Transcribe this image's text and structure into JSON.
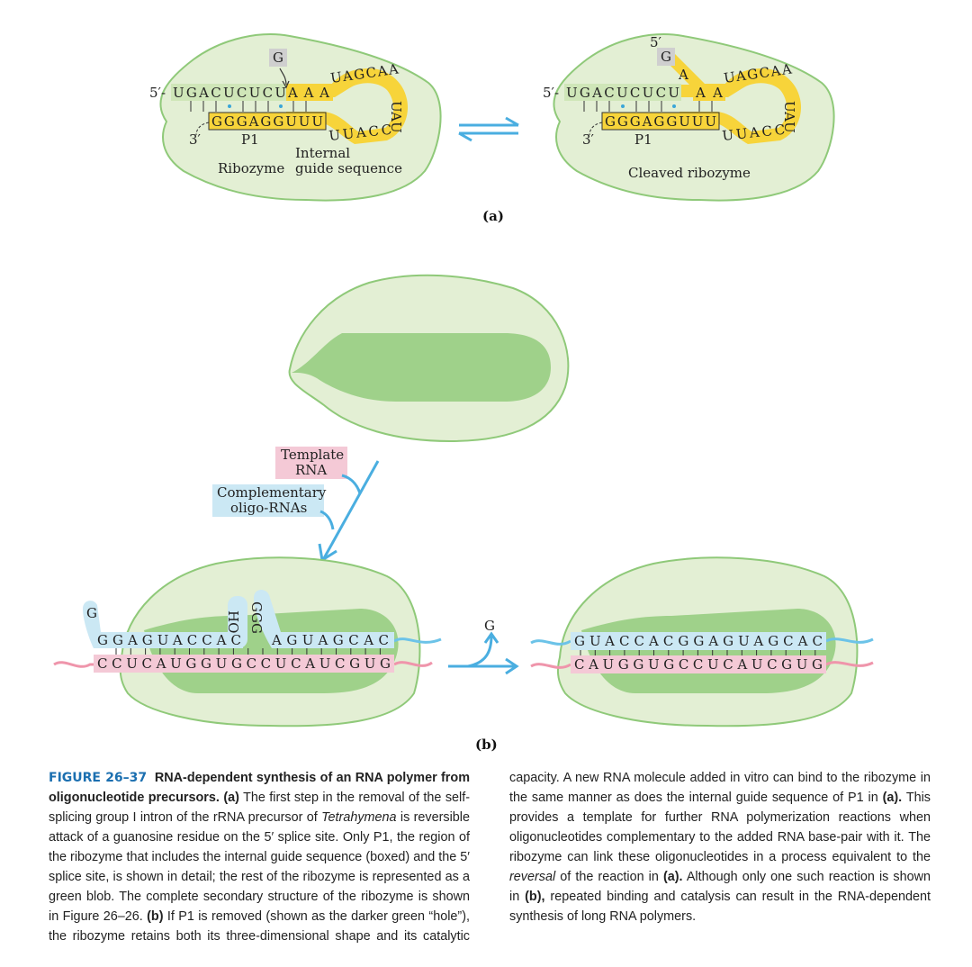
{
  "panel_a": {
    "ribozyme": {
      "five_prime": "5′-",
      "top_green": "UGACUCUCU",
      "top_yellow": "AAA",
      "loop_top": "UAGCAA",
      "loop_right": "UAU",
      "loop_bottom": "UUACC",
      "bottom_yellow": "GGGAGGUUU",
      "guanosine": "G",
      "three_prime": "3′",
      "p1_label": "P1",
      "ribozyme_label": "Ribozyme",
      "igs_label_line1": "Internal",
      "igs_label_line2": "guide sequence"
    },
    "cleaved": {
      "five_prime_g": "5′",
      "guanosine": "G",
      "g_link": "A",
      "five_prime": "5′-",
      "top_green": "UGACUCUCU",
      "top_yellow": "AA",
      "loop_top": "UAGCAA",
      "loop_right": "UAU",
      "loop_bottom": "UUACC",
      "bottom_yellow": "GGGAGGUUU",
      "three_prime": "3′",
      "p1_label": "P1",
      "cleaved_label": "Cleaved ribozyme"
    },
    "panel_label": "(a)"
  },
  "panel_b": {
    "template_label_line1": "Template",
    "template_label_line2": "RNA",
    "oligo_label_line1": "Complementary",
    "oligo_label_line2": "oligo-RNAs",
    "left_top_seq_1": "GGAGUACCAC",
    "left_top_seq_2": "AGUAGCAC",
    "left_bottom_seq": "CCUCAUGGUGCCUCAUCGUG",
    "left_g_top": "G",
    "left_ho": "HO",
    "left_ggg": "GGG",
    "released_g": "G",
    "right_top_seq": "GUACCACGGAGUAGCAC",
    "right_bottom_seq": "CAUGGUGCCUCAUCGUG",
    "panel_label": "(b)"
  },
  "caption": {
    "figure_number": "FIGURE 26–37",
    "title": "RNA-dependent synthesis of an RNA polymer from oligonucleotide precursors.",
    "text_a_label": "(a)",
    "text_1": "The first step in the removal of the self-splicing group I intron of the rRNA precursor of",
    "organism": "Tetrahymena",
    "text_2": "is reversible attack of a guanosine residue on the 5′ splice site. Only P1, the region of the ribozyme that includes the internal guide sequence (boxed) and the 5′ splice site, is shown in detail; the rest of the ribozyme is represented as a green blob. The complete secondary structure of the ribozyme is shown in Figure 26–26.",
    "text_b_label": "(b)",
    "text_3": "If P1 is removed (shown as the darker green “hole”), the ribozyme retains both its three-dimensional shape and its catalytic capacity. A new RNA molecule added in vitro can bind to the ribozyme in the same manner as does the internal guide sequence of P1 in",
    "text_a_ref": "(a).",
    "text_4": "This provides a template for further RNA polymerization reactions when oligonucleotides complementary to the added RNA base-pair with it. The ribozyme can link these oligonucleotides in a process equivalent to the",
    "reversal": "reversal",
    "text_5": "of the reaction in",
    "text_a_ref2": "(a).",
    "text_6": "Although only one such reaction is shown in",
    "text_b_ref": "(b),",
    "text_7": "repeated binding and catalysis can result in the RNA-dependent synthesis of long RNA polymers."
  },
  "colors": {
    "blob_light": "#e3efd4",
    "blob_outline": "#8fc979",
    "blob_dark": "#9fd18a",
    "yellow": "#f7d43a",
    "green_box": "#cfe6b8",
    "blue_box": "#cbe8f4",
    "pink_box": "#f4c9d6",
    "arrow_blue": "#4aaee0",
    "pink_strand": "#ef95ab",
    "blue_strand": "#6cc3e8",
    "gray_box": "#cfcfcf"
  }
}
